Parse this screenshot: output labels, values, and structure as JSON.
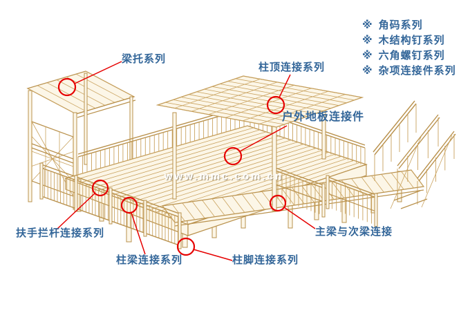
{
  "watermark": {
    "text": "www.mmc.com.cn"
  },
  "legend": {
    "bullet": "※",
    "items": [
      "角码系列",
      "木结构钉系列",
      "六角螺钉系列",
      "杂项连接件系列"
    ]
  },
  "callouts": [
    {
      "id": "beam-hanger",
      "label": "梁托系列"
    },
    {
      "id": "post-top-connector",
      "label": "柱顶连接系列"
    },
    {
      "id": "outdoor-deck-connector",
      "label": "户外地板连接件"
    },
    {
      "id": "handrail-connector",
      "label": "扶手拦杆连接系列"
    },
    {
      "id": "post-beam-connector",
      "label": "柱梁连接系列"
    },
    {
      "id": "post-base-connector",
      "label": "柱脚连接系列"
    },
    {
      "id": "main-joist-connector",
      "label": "主梁与次梁连接"
    }
  ],
  "colors": {
    "label-blue": "#336699",
    "marker-red": "#e60000",
    "wood-line": "#b9914c",
    "wood-mid": "#c9a25e",
    "wood-fill": "#fcf6e7",
    "background": "#ffffff"
  }
}
